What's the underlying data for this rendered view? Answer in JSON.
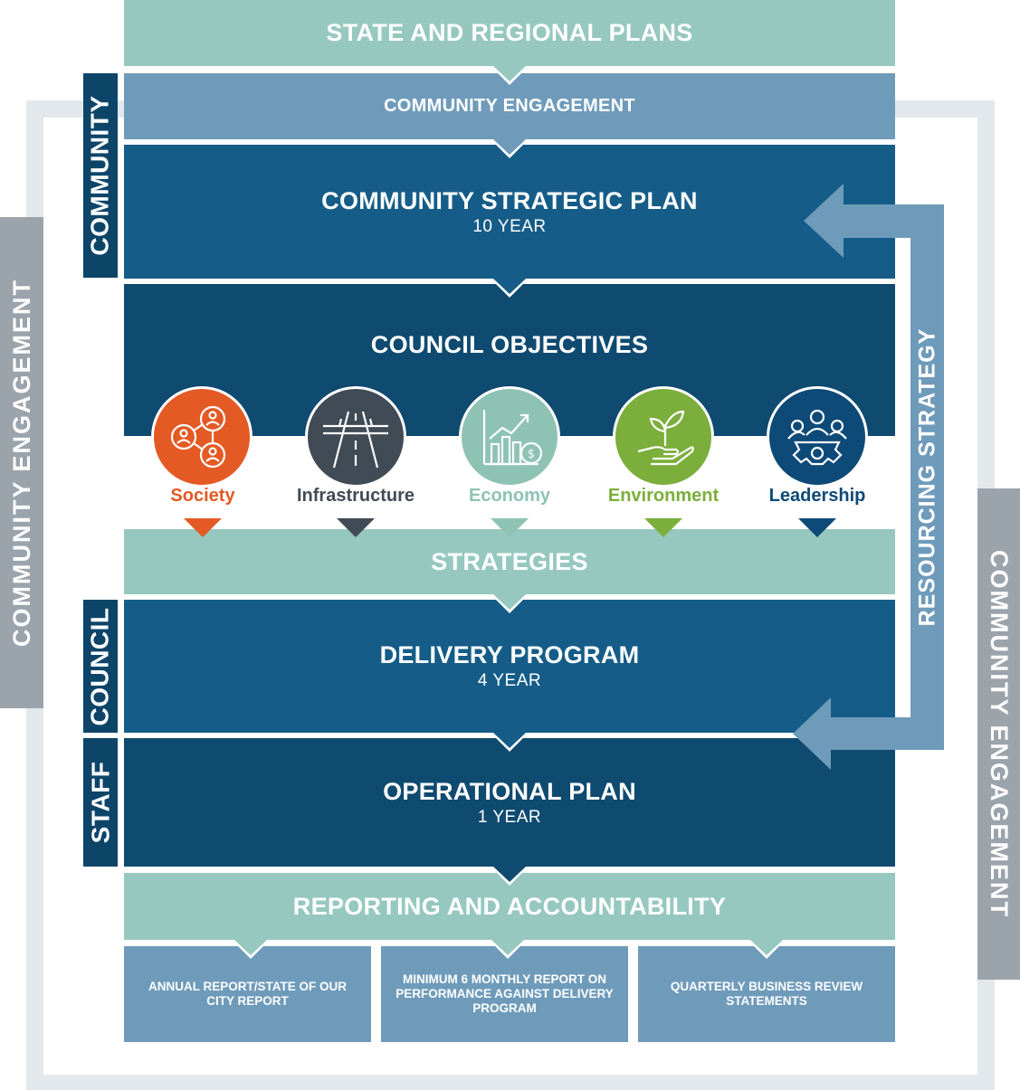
{
  "outer_engagement_left": "COMMUNITY ENGAGEMENT",
  "outer_engagement_right": "COMMUNITY ENGAGEMENT",
  "side_labels": {
    "community": "COMMUNITY",
    "council": "COUNCIL",
    "staff": "STAFF"
  },
  "resourcing_strategy": "RESOURCING STRATEGY",
  "bands": {
    "state_regional": "STATE AND REGIONAL PLANS",
    "community_engagement": "COMMUNITY ENGAGEMENT",
    "csp_title": "COMMUNITY STRATEGIC PLAN",
    "csp_sub": "10 YEAR",
    "council_objectives": "COUNCIL OBJECTIVES",
    "strategies": "STRATEGIES",
    "delivery_title": "DELIVERY PROGRAM",
    "delivery_sub": "4 YEAR",
    "operational_title": "OPERATIONAL PLAN",
    "operational_sub": "1 YEAR",
    "reporting": "REPORTING AND ACCOUNTABILITY"
  },
  "objectives": [
    {
      "label": "Society",
      "color": "#e35a24",
      "icon": "people-network-icon"
    },
    {
      "label": "Infrastructure",
      "color": "#414b56",
      "icon": "road-icon"
    },
    {
      "label": "Economy",
      "color": "#8ec3b4",
      "icon": "growth-chart-icon"
    },
    {
      "label": "Environment",
      "color": "#7bae3b",
      "icon": "plant-in-hand-icon"
    },
    {
      "label": "Leadership",
      "color": "#0d4a78",
      "icon": "team-gear-icon"
    }
  ],
  "reports": [
    "ANNUAL REPORT/STATE OF OUR CITY REPORT",
    "MINIMUM 6 MONTHLY REPORT ON PERFORMANCE AGAINST DELIVERY PROGRAM",
    "QUARTERLY BUSINESS REVIEW STATEMENTS"
  ]
}
